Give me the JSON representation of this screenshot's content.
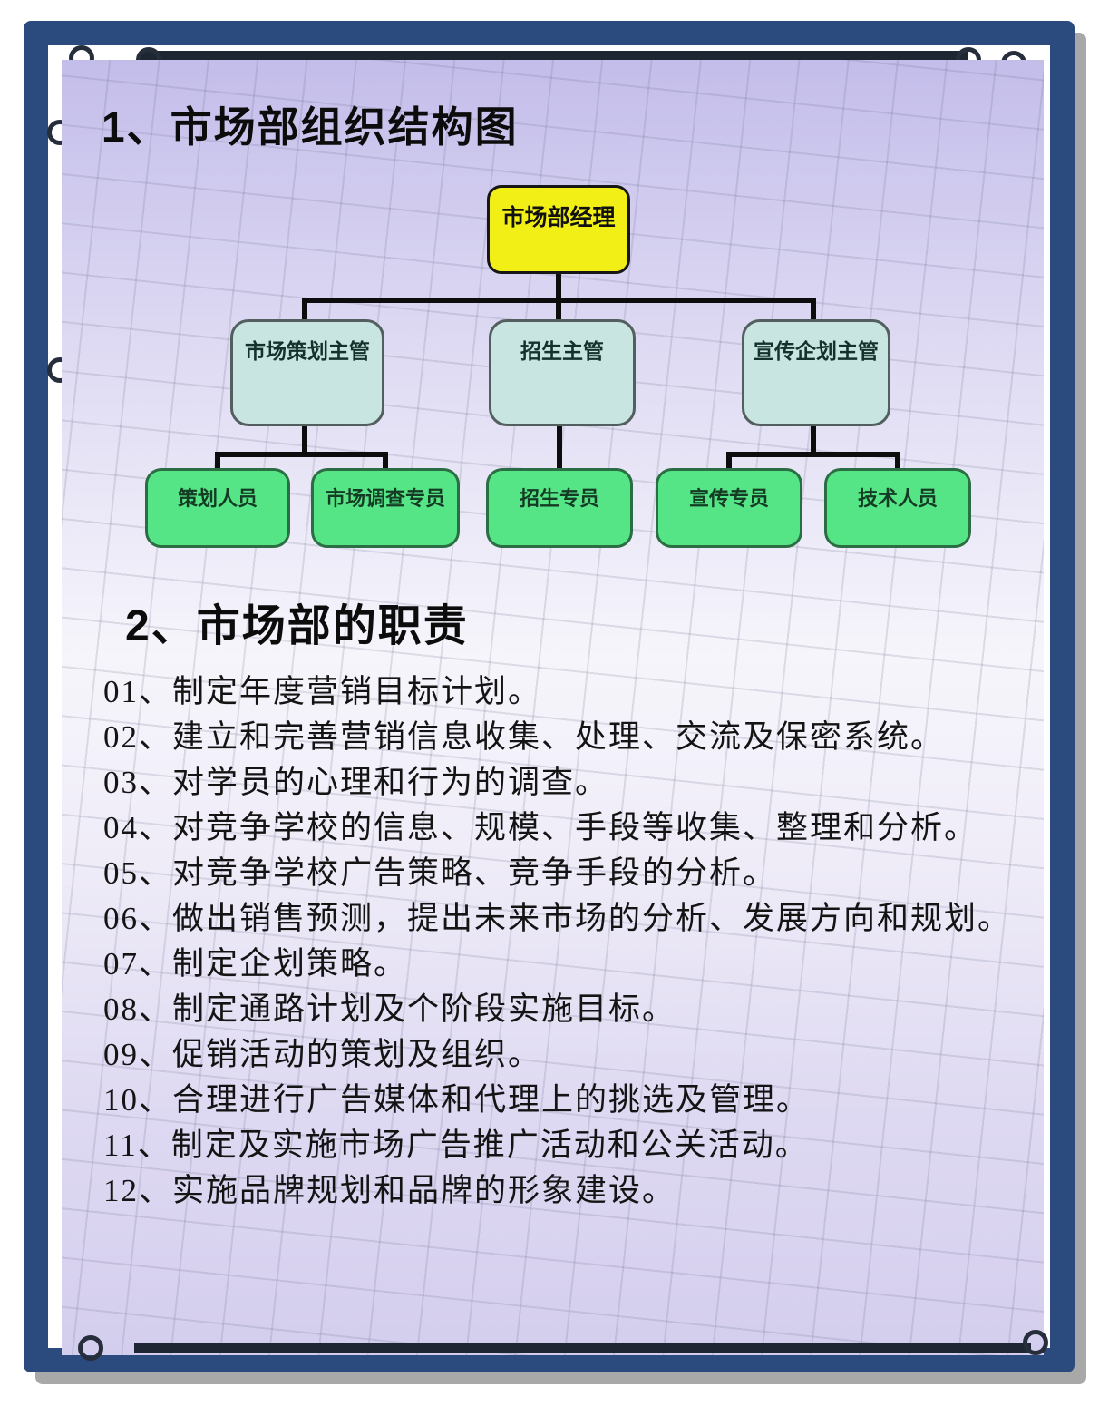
{
  "section1": {
    "title": "1、市场部组织结构图"
  },
  "section2": {
    "title": "2、市场部的职责"
  },
  "org_chart": {
    "manager": {
      "label": "市场部经理"
    },
    "supervisors": [
      {
        "label": "市场策划主管"
      },
      {
        "label": "招生主管"
      },
      {
        "label": "宣传企划主管"
      }
    ],
    "staff": [
      {
        "label": "策划人员",
        "reports_to": "市场策划主管"
      },
      {
        "label": "市场调查专员",
        "reports_to": "市场策划主管"
      },
      {
        "label": "招生专员",
        "reports_to": "招生主管"
      },
      {
        "label": "宣传专员",
        "reports_to": "宣传企划主管"
      },
      {
        "label": "技术人员",
        "reports_to": "宣传企划主管"
      }
    ]
  },
  "responsibilities": [
    "01、制定年度营销目标计划。",
    "02、建立和完善营销信息收集、处理、交流及保密系统。",
    "03、对学员的心理和行为的调查。",
    "04、对竞争学校的信息、规模、手段等收集、整理和分析。",
    "05、对竞争学校广告策略、竞争手段的分析。",
    "06、做出销售预测，提出未来市场的分析、发展方向和规划。",
    "07、制定企划策略。",
    "08、制定通路计划及个阶段实施目标。",
    "09、促销活动的策划及组织。",
    "10、合理进行广告媒体和代理上的挑选及管理。",
    "11、制定及实施市场广告推广活动和公关活动。",
    "12、实施品牌规划和品牌的形象建设。"
  ],
  "colors": {
    "frame": "#2b4b7e",
    "frame_shadow": "#a8a8a8",
    "panel_top": "#c3bdea",
    "panel_mid": "#f6f5fb",
    "manager_box": "#f2ef16",
    "supervisor_box": "#c9e5e1",
    "staff_box": "#56e586",
    "connector": "#0d0d0d"
  }
}
